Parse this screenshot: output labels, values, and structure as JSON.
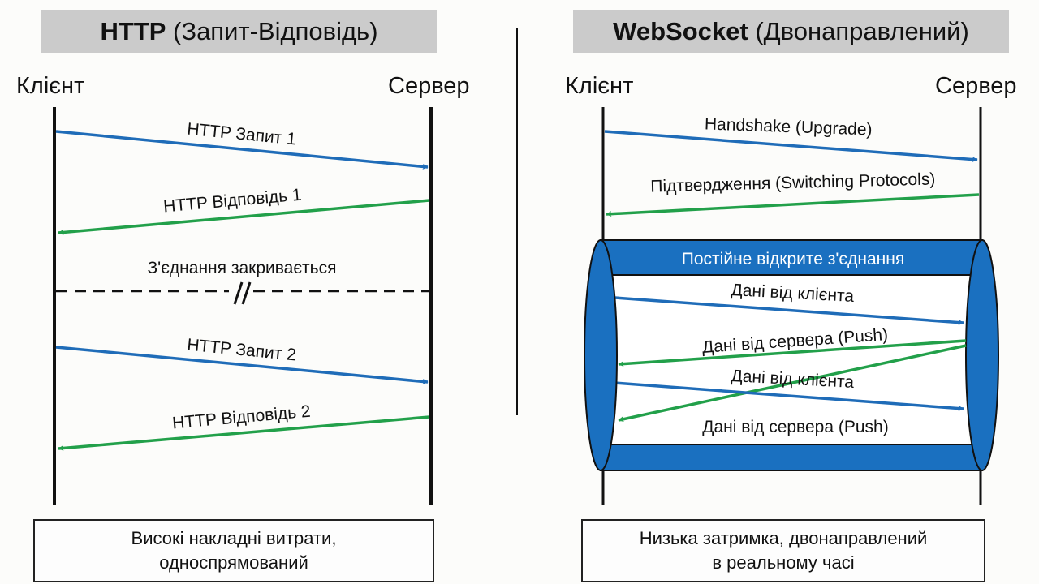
{
  "colors": {
    "request": "#1f6cb8",
    "response": "#22a04a",
    "pipe": "#1a70c0",
    "lifeline": "#111111",
    "title_bg": "#cbcbcb"
  },
  "http": {
    "title_bold": "HTTP",
    "title_rest": " (Запит-Відповідь)",
    "client_label": "Клієнт",
    "server_label": "Сервер",
    "messages": [
      {
        "label": "HTTP Запит 1",
        "direction": "client-to-server",
        "kind": "request"
      },
      {
        "label": "HTTP Відповідь 1",
        "direction": "server-to-client",
        "kind": "response"
      },
      {
        "label": "HTTP Запит 2",
        "direction": "client-to-server",
        "kind": "request"
      },
      {
        "label": "HTTP Відповідь 2",
        "direction": "server-to-client",
        "kind": "response"
      }
    ],
    "connection_closed_label": "З'єднання закривається",
    "break_marker": "//",
    "summary_line1": "Високі накладні витрати,",
    "summary_line2": "односпрямований"
  },
  "websocket": {
    "title_bold": "WebSocket",
    "title_rest": " (Двонаправлений)",
    "client_label": "Клієнт",
    "server_label": "Сервер",
    "handshake": [
      {
        "label": "Handshake (Upgrade)",
        "direction": "client-to-server",
        "kind": "request"
      },
      {
        "label": "Підтвердження (Switching Protocols)",
        "direction": "server-to-client",
        "kind": "response"
      }
    ],
    "persistent_connection_label": "Постійне відкрите з'єднання",
    "messages": [
      {
        "label": "Дані від клієнта",
        "direction": "client-to-server",
        "kind": "request"
      },
      {
        "label": "Дані від сервера (Push)",
        "direction": "server-to-client",
        "kind": "response"
      },
      {
        "label": "Дані від клієнта",
        "direction": "client-to-server",
        "kind": "request"
      },
      {
        "label": "Дані від сервера (Push)",
        "direction": "server-to-client",
        "kind": "response"
      }
    ],
    "summary_line1": "Низька затримка, двонаправлений",
    "summary_line2": "в реальному часі"
  }
}
